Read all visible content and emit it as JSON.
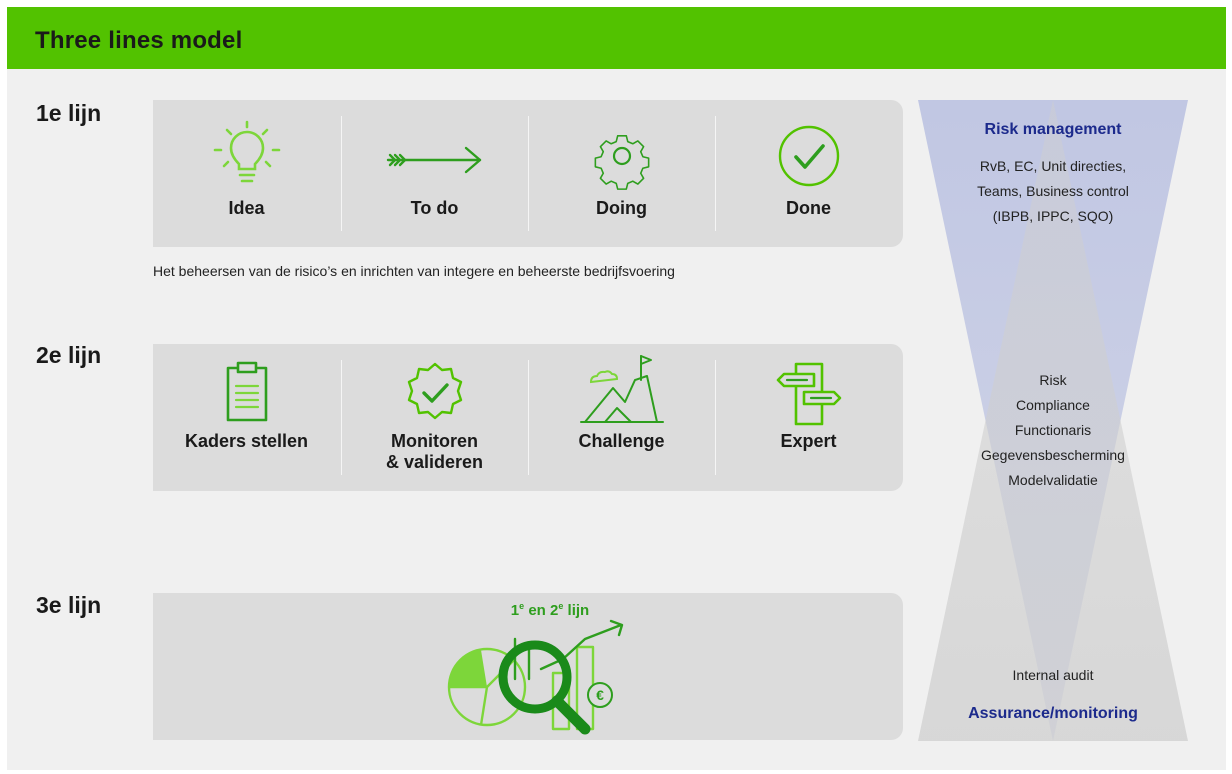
{
  "header": {
    "title": "Three lines model"
  },
  "lines": {
    "first": {
      "label": "1e lijn",
      "steps": [
        {
          "label": "Idea",
          "icon": "lightbulb-icon"
        },
        {
          "label": "To do",
          "icon": "arrow-right-icon"
        },
        {
          "label": "Doing",
          "icon": "gear-icon"
        },
        {
          "label": "Done",
          "icon": "check-circle-icon"
        }
      ],
      "description": "Het beheersen van de risico’s en inrichten van integere en beheerste bedrijfsvoering"
    },
    "second": {
      "label": "2e lijn",
      "roles": [
        {
          "label": "Kaders stellen",
          "icon": "clipboard-icon"
        },
        {
          "label": "Monitoren",
          "label2": "& valideren",
          "icon": "verified-badge-icon"
        },
        {
          "label": "Challenge",
          "icon": "mountain-flag-icon"
        },
        {
          "label": "Expert",
          "icon": "signpost-icon"
        }
      ]
    },
    "third": {
      "label": "3e lijn",
      "audit_part1": "1",
      "audit_sup1": "e",
      "audit_part2": " en 2",
      "audit_sup2": "e",
      "audit_part3": " lijn",
      "icon": "magnifier-chart-icon"
    }
  },
  "right_panel": {
    "top_title": "Risk management",
    "top_lines": [
      "RvB, EC, Unit directies,",
      "Teams, Business control",
      "(IBPB, IPPC, SQO)"
    ],
    "middle_lines": [
      "Risk",
      "Compliance",
      "Functionaris",
      "Gegevensbescherming",
      "Modelvalidatie"
    ],
    "bottom_text": "Internal audit",
    "bottom_title": "Assurance/monitoring"
  },
  "colors": {
    "brand_green": "#52c200",
    "icon_green": "#2e9e1e",
    "light_green": "#7dd63a",
    "navy": "#1c2a8c",
    "panel_gray": "#dcdcdc",
    "background": "#f0f0f0"
  }
}
